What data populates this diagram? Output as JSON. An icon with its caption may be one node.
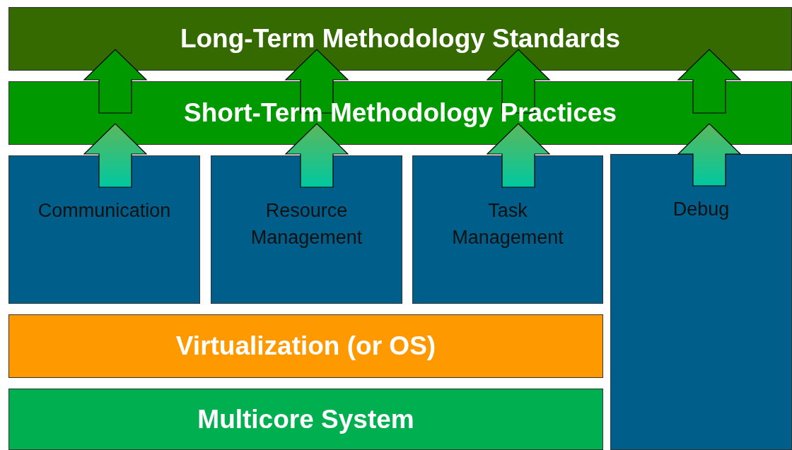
{
  "diagram": {
    "nodes": [
      {
        "text": [
          "Long-Term Methodology Standards"
        ]
      },
      {
        "text": [
          "Short-Term Methodology Practices"
        ]
      },
      {
        "text": [
          "Communication"
        ]
      },
      {
        "text": [
          "Resource Management"
        ]
      },
      {
        "text": [
          "Task Management"
        ]
      },
      {
        "text": [
          "Debug"
        ]
      },
      {
        "text": [
          "Virtualization (or OS)"
        ]
      },
      {
        "text": [
          "Multicore System"
        ]
      }
    ],
    "edges": [
      {
        "from": 2,
        "to": 1,
        "arrow": "to"
      },
      {
        "from": 3,
        "to": 1,
        "arrow": "to"
      },
      {
        "from": 4,
        "to": 1,
        "arrow": "to"
      },
      {
        "from": 5,
        "to": 1,
        "arrow": "to"
      },
      {
        "from": 1,
        "to": 0,
        "arrow": "to"
      },
      {
        "from": 1,
        "to": 0,
        "arrow": "to"
      },
      {
        "from": 1,
        "to": 0,
        "arrow": "to"
      },
      {
        "from": 1,
        "to": 0,
        "arrow": "to"
      }
    ]
  }
}
